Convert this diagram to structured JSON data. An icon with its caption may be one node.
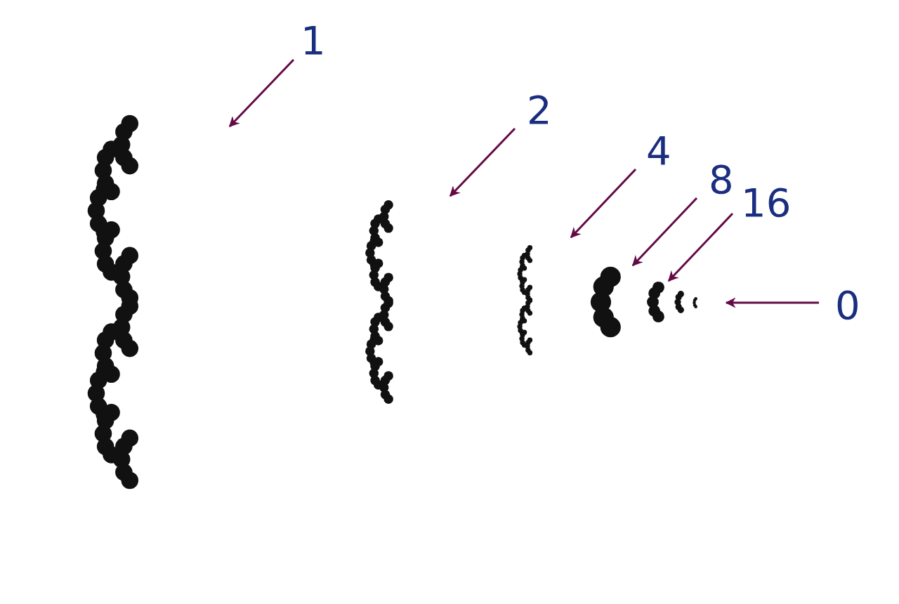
{
  "diagram": {
    "nodes": [
      {
        "text": [
          "1"
        ]
      },
      {
        "text": [
          "2"
        ]
      },
      {
        "text": [
          "4"
        ]
      },
      {
        "text": [
          "8"
        ]
      },
      {
        "text": [
          "16"
        ]
      },
      {
        "text": [
          "0"
        ]
      }
    ],
    "edges": [
      {
        "from": 0,
        "to": null,
        "arrow": "to"
      },
      {
        "from": 1,
        "to": null,
        "arrow": "to"
      },
      {
        "from": 2,
        "to": null,
        "arrow": "to"
      },
      {
        "from": 3,
        "to": null,
        "arrow": "to"
      },
      {
        "from": 4,
        "to": null,
        "arrow": "to"
      },
      {
        "from": 5,
        "to": null,
        "arrow": "to"
      }
    ]
  }
}
